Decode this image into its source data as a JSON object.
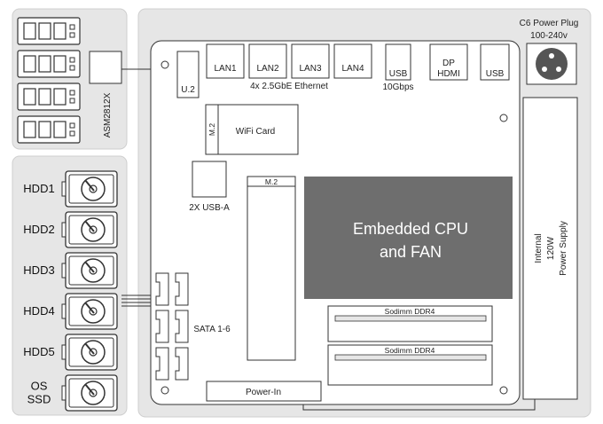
{
  "m2_ssd_slots": [
    {
      "label": "ASM2812X"
    }
  ],
  "hdd_bays": [
    {
      "label": "HDD1"
    },
    {
      "label": "HDD2"
    },
    {
      "label": "HDD3"
    },
    {
      "label": "HDD4"
    },
    {
      "label": "HDD5"
    },
    {
      "label": "OS\nSSD"
    }
  ],
  "board": {
    "u2": "U.2",
    "lan_ports": [
      "LAN1",
      "LAN2",
      "LAN3",
      "LAN4"
    ],
    "ethernet_caption": "4x 2.5GbE Ethernet",
    "usb_10g": {
      "port": "USB",
      "caption": "10Gbps"
    },
    "dp_hdmi": [
      "DP",
      "HDMI"
    ],
    "usb_right": "USB",
    "wifi": {
      "slot": "M.2",
      "label": "WiFi Card"
    },
    "usb_a": "2X USB-A",
    "m2_main": "M.2",
    "cpu": [
      "Embedded CPU",
      "and FAN"
    ],
    "sata": "SATA 1-6",
    "sodimm": [
      "Sodimm DDR4",
      "Sodimm DDR4"
    ],
    "power_in": "Power-In"
  },
  "power": {
    "plug_title": "C6 Power Plug",
    "plug_voltage": "100-240v",
    "psu": [
      "Internal",
      "120W",
      "Power Supply"
    ]
  },
  "colors": {
    "section_bg": "#e6e6e6",
    "cpu_fill": "#6e6e6e",
    "line": "#333333"
  }
}
